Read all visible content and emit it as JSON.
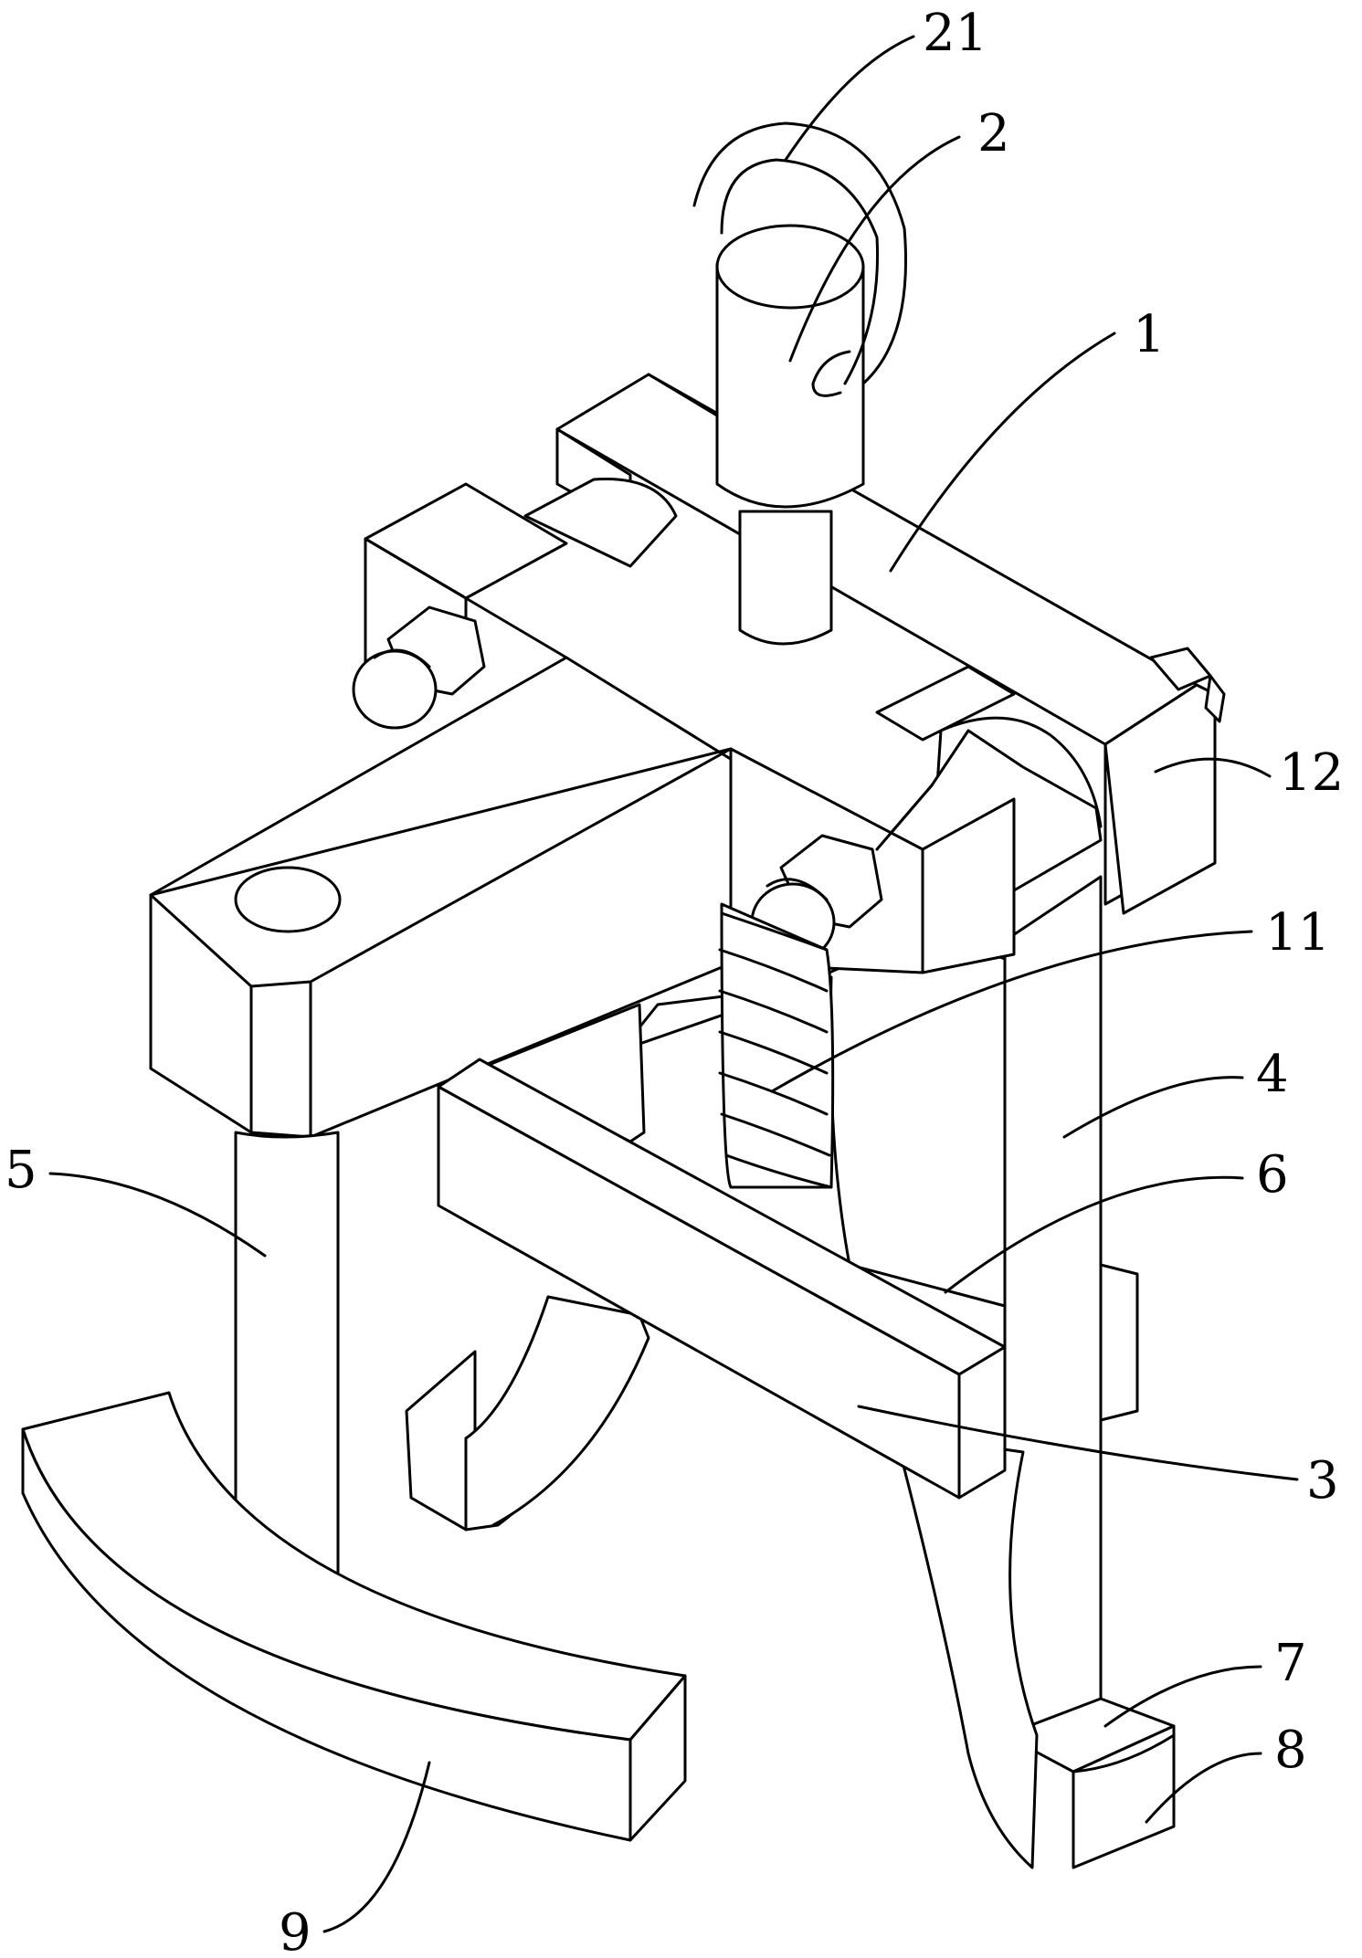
{
  "labels": {
    "l21": "21",
    "l2": "2",
    "l1": "1",
    "l12": "12",
    "l11": "11",
    "l4": "4",
    "l6": "6",
    "l5": "5",
    "l3": "3",
    "l7": "7",
    "l8": "8",
    "l9": "9"
  }
}
